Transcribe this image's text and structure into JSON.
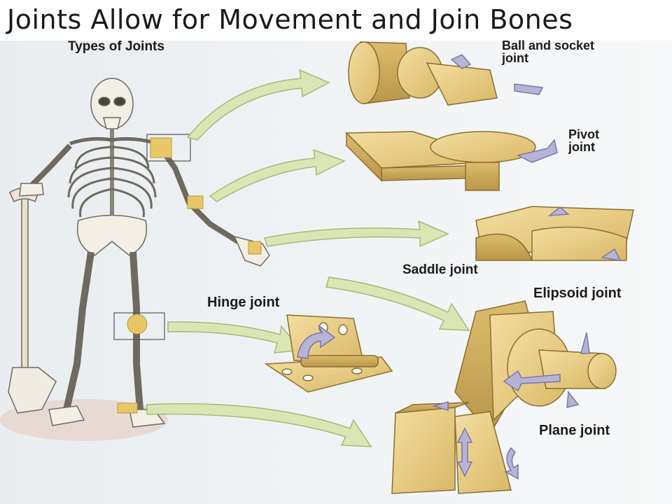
{
  "slide": {
    "title": "Joints Allow for Movement and Join Bones"
  },
  "diagram": {
    "heading": "Types of Joints",
    "labels": {
      "ball_line1": "Ball and socket",
      "ball_line2": "joint",
      "pivot_line1": "Pivot",
      "pivot_line2": "joint",
      "saddle": "Saddle joint",
      "hinge": "Hinge joint",
      "ellipsoid": "Elipsoid joint",
      "plane": "Plane joint"
    }
  },
  "colors": {
    "bone": "#f4efe4",
    "joint_highlight": "#e8c866",
    "model_wood": "#e9d08e",
    "model_shade": "#c9a95a",
    "arrow_fill": "#d9e6b4",
    "arrow_stroke": "#a8ba78",
    "rotation_arrow": "#b7b3d6"
  }
}
